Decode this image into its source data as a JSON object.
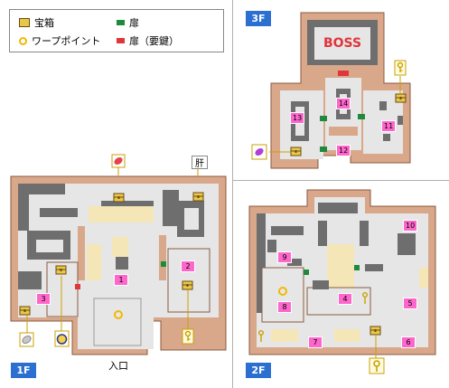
{
  "legend": {
    "chest": "宝箱",
    "warp": "ワープポイント",
    "door": "扉",
    "locked_door": "扉（要鍵）"
  },
  "floors": {
    "f1": "1F",
    "f2": "2F",
    "f3": "3F"
  },
  "boss_label": "BOSS",
  "entrance_label": "入口",
  "liver_label": "肝",
  "rooms": {
    "r1": "1",
    "r2": "2",
    "r3": "3",
    "r4": "4",
    "r5": "5",
    "r6": "6",
    "r7": "7",
    "r8": "8",
    "r9": "9",
    "r10": "10",
    "r11": "11",
    "r12": "12",
    "r13": "13",
    "r14": "14"
  },
  "colors": {
    "wall": "#d9a88a",
    "floor": "#e6e6e6",
    "dark": "#6e6e6e",
    "sand": "#f5e6b8",
    "door": "#1e8a3c",
    "locked_door": "#e0353a",
    "badge": "#2b6fd1",
    "room_label": "#ff66cc"
  }
}
